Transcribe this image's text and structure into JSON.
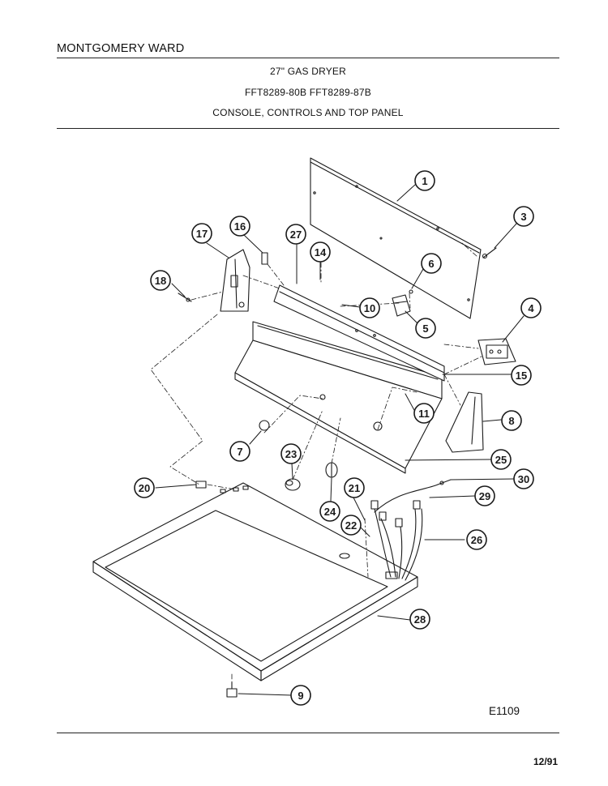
{
  "brand": "MONTGOMERY WARD",
  "header": {
    "line1": "27\" GAS DRYER",
    "line2": "FFT8289-80B  FFT8289-87B",
    "line3": "CONSOLE, CONTROLS AND TOP PANEL"
  },
  "diagram_code": "E1109",
  "date": "12/91",
  "callouts": [
    "1",
    "3",
    "4",
    "5",
    "6",
    "7",
    "8",
    "9",
    "10",
    "11",
    "14",
    "15",
    "16",
    "17",
    "18",
    "20",
    "21",
    "22",
    "23",
    "24",
    "25",
    "26",
    "27",
    "28",
    "29",
    "30"
  ],
  "colors": {
    "ink": "#1a1a1a"
  }
}
